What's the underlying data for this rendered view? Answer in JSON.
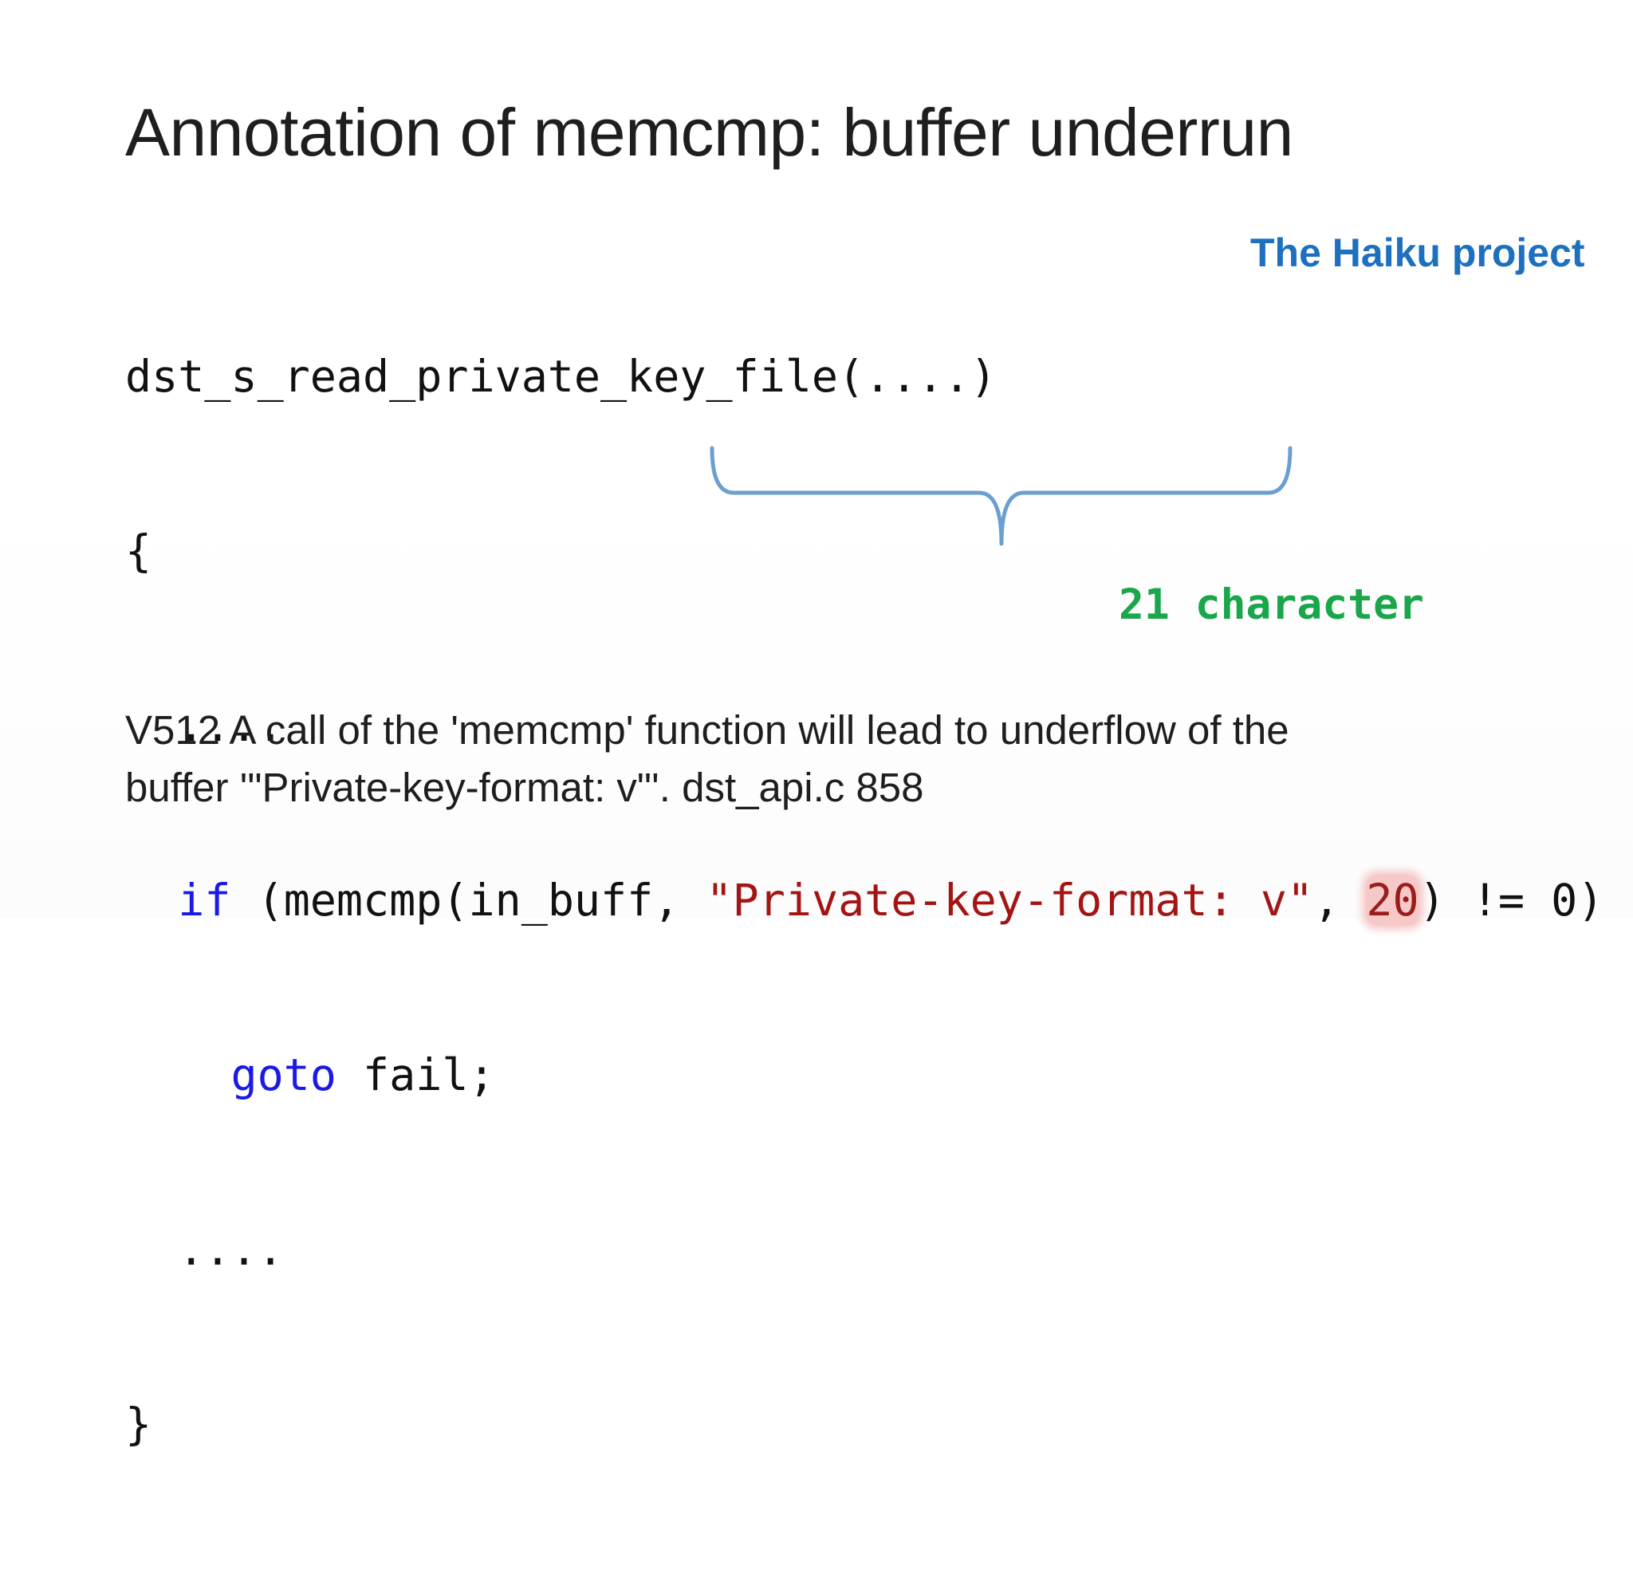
{
  "slide": {
    "title": "Annotation of memcmp: buffer underrun",
    "project_label": "The Haiku project",
    "code": {
      "line1": "dst_s_read_private_key_file(....)",
      "line2": "{",
      "line3": "  ....",
      "line4_indent": "  ",
      "line4_keyword": "if",
      "line4_part1": " (memcmp(in_buff, ",
      "line4_string": "\"Private-key-format: v\"",
      "line4_part2": ", ",
      "line4_number": "20",
      "line4_part3": ") != 0)",
      "line5_indent": "    ",
      "line5_keyword": "goto",
      "line5_rest": " fail;",
      "line6": "  ....",
      "line7": "}"
    },
    "annotation": "21 character",
    "diagnostic": {
      "line1": "V512 A call of the 'memcmp' function will lead to underflow of the",
      "line2": "buffer '\"Private-key-format: v\"'. dst_api.c 858"
    },
    "colors": {
      "keyword": "#1a1ae6",
      "string": "#a31515",
      "highlight": "#f6c8c8",
      "brace": "#6b9fd1",
      "annotation": "#1aa64a",
      "project_label": "#1d6fbf"
    }
  }
}
